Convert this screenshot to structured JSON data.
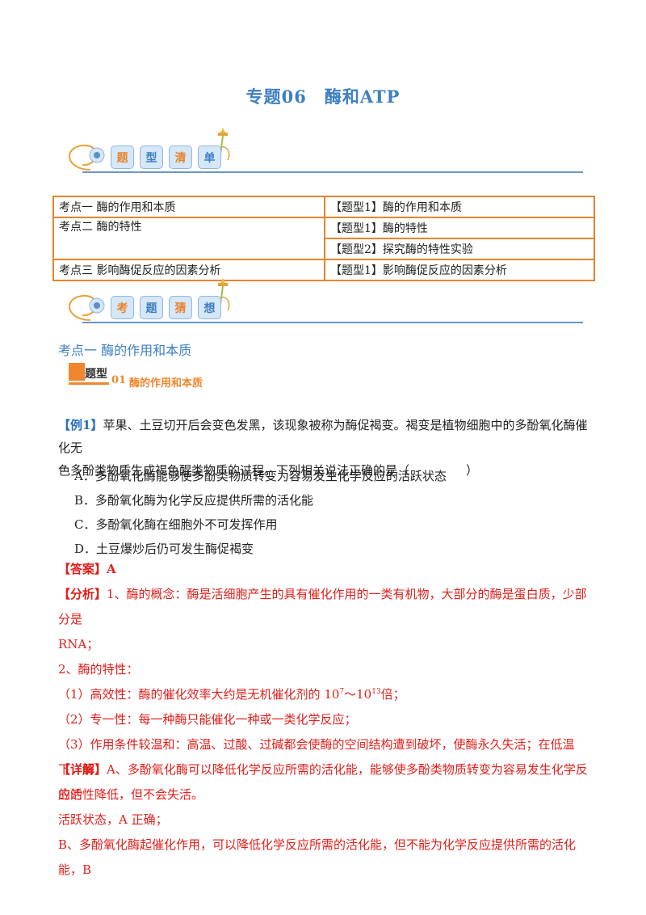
{
  "title": "专题06　酶和ATP",
  "banner1": {
    "chars": [
      "题",
      "型",
      "清",
      "单"
    ]
  },
  "banner2": {
    "chars": [
      "考",
      "题",
      "猜",
      "想"
    ]
  },
  "toc": [
    {
      "left": "考点一  酶的作用和本质",
      "right": "【题型1】酶的作用和本质"
    },
    {
      "left": "考点二  酶的特性",
      "right": "【题型1】酶的特性"
    },
    {
      "left": "",
      "right": "【题型2】探究酶的特性实验"
    },
    {
      "left": "考点三  影响酶促反应的因素分析",
      "right": "【题型1】影响酶促反应的因素分析"
    }
  ],
  "section": {
    "heading": "考点一  酶的作用和本质",
    "tag_label": "题型",
    "tag_num": "01",
    "tag_name": "酶的作用和本质"
  },
  "example": {
    "label": "【例1】",
    "line1": "苹果、土豆切开后会变色发黑，该现象被称为酶促褐变。褐变是植物细胞中的多酚氧化酶催化无",
    "line2a": "色多酚类物质生成褐色醌类物质的过程。下列相关说法正确的是（",
    "line2b": "）",
    "options": [
      "A．多酚氧化酶能够使多酚类物质转变为容易发生化学反应的活跃状态",
      "B．多酚氧化酶为化学反应提供所需的活化能",
      "C．多酚氧化酶在细胞外不可发挥作用",
      "D．土豆爆炒后仍可发生酶促褐变"
    ]
  },
  "answer": {
    "label": "【答案】",
    "value": "A"
  },
  "analysis": {
    "label": "【分析】",
    "line1": "1、酶的概念：酶是活细胞产生的具有催化作用的一类有机物，大部分的酶是蛋白质，少部分是",
    "line2": "RNA；",
    "line3": "2、酶的特性：",
    "line4a": "（1）高效性：酶的催化效率大约是无机催化剂的 10",
    "sup1": "7",
    "line4b": "～10",
    "sup2": "13",
    "line4c": "倍；",
    "line5": "（2）专一性：每一种酶只能催化一种或一类化学反应；",
    "line6": "（3）作用条件较温和：高温、过酸、过碱都会使酶的空间结构遭到破坏，使酶永久失活；在低温下，酶",
    "line7": "的活性降低，但不会失活。"
  },
  "detail": {
    "label": "【详解】",
    "line1": "A、多酚氧化酶可以降低化学反应所需的活化能，能够使多酚类物质转变为容易发生化学反应的",
    "line2": "活跃状态，A 正确；",
    "line3": "B、多酚氧化酶起催化作用，可以降低化学反应所需的活化能，但不能为化学反应提供所需的活化能，B"
  },
  "colors": {
    "title": "#3d7fc2",
    "table_border": "#e8842a",
    "accent_red": "#e0201c",
    "accent_blue": "#2a6fbf"
  }
}
